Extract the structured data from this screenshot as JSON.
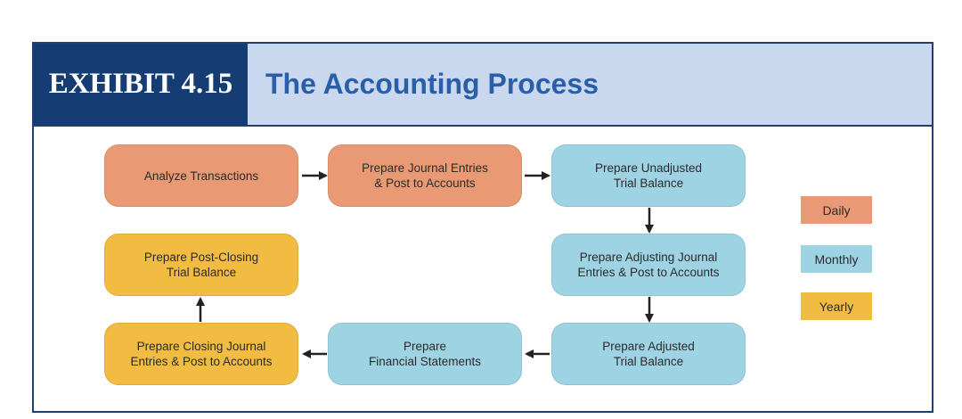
{
  "header": {
    "exhibit_label": "EXHIBIT 4.15",
    "title": "The Accounting Process"
  },
  "colors": {
    "daily": "#e99a74",
    "monthly": "#9ed3e3",
    "yearly": "#f2bb42",
    "header_dark": "#153d73",
    "header_light": "#c9d8ee",
    "title_text": "#2a5fa8",
    "border": "#1d3f73",
    "arrow": "#222222"
  },
  "steps": [
    {
      "id": "analyze-transactions",
      "label": "Analyze Transactions",
      "frequency": "daily"
    },
    {
      "id": "journal-entries",
      "label": "Prepare Journal Entries\n& Post to Accounts",
      "frequency": "daily"
    },
    {
      "id": "unadjusted-trial-balance",
      "label": "Prepare Unadjusted\nTrial Balance",
      "frequency": "monthly"
    },
    {
      "id": "adjusting-entries",
      "label": "Prepare Adjusting Journal\nEntries & Post to Accounts",
      "frequency": "monthly"
    },
    {
      "id": "adjusted-trial-balance",
      "label": "Prepare Adjusted\nTrial Balance",
      "frequency": "monthly"
    },
    {
      "id": "financial-statements",
      "label": "Prepare\nFinancial Statements",
      "frequency": "monthly"
    },
    {
      "id": "closing-entries",
      "label": "Prepare Closing Journal\nEntries & Post to Accounts",
      "frequency": "yearly"
    },
    {
      "id": "post-closing-trial-balance",
      "label": "Prepare Post-Closing\nTrial Balance",
      "frequency": "yearly"
    }
  ],
  "legend": [
    {
      "id": "daily",
      "label": "Daily"
    },
    {
      "id": "monthly",
      "label": "Monthly"
    },
    {
      "id": "yearly",
      "label": "Yearly"
    }
  ]
}
